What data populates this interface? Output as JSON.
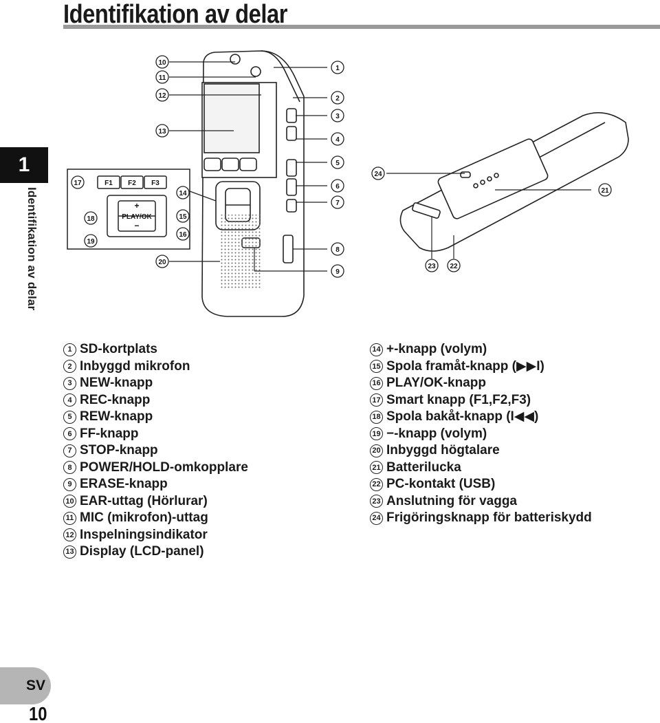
{
  "page": {
    "title": "Identifikation av delar",
    "chapter_number": "1",
    "chapter_title": "Identifikation av delar",
    "language": "SV",
    "page_number": "10"
  },
  "diagram": {
    "button_labels": {
      "f1": "F1",
      "f2": "F2",
      "f3": "F3",
      "play_ok": "PLAY/OK",
      "plus": "+",
      "minus": "−"
    },
    "callouts": [
      "1",
      "2",
      "3",
      "4",
      "5",
      "6",
      "7",
      "8",
      "9",
      "10",
      "11",
      "12",
      "13",
      "14",
      "15",
      "16",
      "17",
      "18",
      "19",
      "20",
      "21",
      "22",
      "23",
      "24"
    ]
  },
  "legend_left": [
    {
      "num": "1",
      "text": "SD-kortplats"
    },
    {
      "num": "2",
      "text": "Inbyggd mikrofon"
    },
    {
      "num": "3",
      "text": "NEW-knapp"
    },
    {
      "num": "4",
      "text": "REC-knapp"
    },
    {
      "num": "5",
      "text": "REW-knapp"
    },
    {
      "num": "6",
      "text": "FF-knapp"
    },
    {
      "num": "7",
      "text": "STOP-knapp"
    },
    {
      "num": "8",
      "text": "POWER/HOLD-omkopplare"
    },
    {
      "num": "9",
      "text": "ERASE-knapp"
    },
    {
      "num": "10",
      "text": "EAR-uttag (Hörlurar)"
    },
    {
      "num": "11",
      "text": "MIC (mikrofon)-uttag"
    },
    {
      "num": "12",
      "text": "Inspelningsindikator"
    },
    {
      "num": "13",
      "text": "Display (LCD-panel)"
    }
  ],
  "legend_right": [
    {
      "num": "14",
      "text": "+-knapp (volym)"
    },
    {
      "num": "15",
      "text": "Spola framåt-knapp (▶▶I)"
    },
    {
      "num": "16",
      "text": "PLAY/OK-knapp"
    },
    {
      "num": "17",
      "text": "Smart knapp (F1,F2,F3)"
    },
    {
      "num": "18",
      "text": "Spola bakåt-knapp (I◀◀)"
    },
    {
      "num": "19",
      "text": "−-knapp (volym)"
    },
    {
      "num": "20",
      "text": "Inbyggd högtalare"
    },
    {
      "num": "21",
      "text": "Batterilucka"
    },
    {
      "num": "22",
      "text": "PC-kontakt (USB)"
    },
    {
      "num": "23",
      "text": "Anslutning för vagga"
    },
    {
      "num": "24",
      "text": "Frigöringsknapp för batteriskydd"
    }
  ]
}
